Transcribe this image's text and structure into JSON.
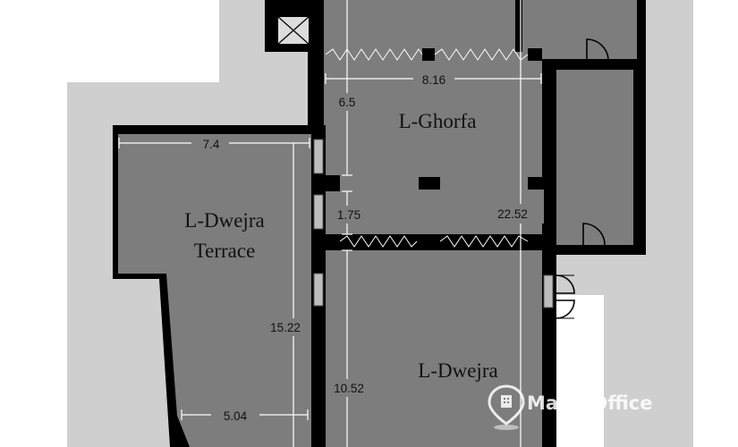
{
  "rooms": {
    "ghorfa": "L-Ghorfa",
    "terrace_line1": "L-Dwejra",
    "terrace_line2": "Terrace",
    "dwejra": "L-Dwejra"
  },
  "dimensions": {
    "ghorfa_width": "8.16",
    "ghorfa_height": "6.5",
    "terrace_width": "7.4",
    "terrace_height": "15.22",
    "terrace_bottom_width": "5.04",
    "passage": "1.75",
    "total_length": "22.52",
    "dwejra_height": "10.52"
  },
  "watermark": {
    "text": "MatchOffice",
    "icon": "location-pin-building-icon"
  },
  "colors": {
    "outer_grey": "#cfcfcf",
    "room_fill": "#7d7d7d",
    "wall": "#000000",
    "dimension_line": "#ffffff"
  }
}
